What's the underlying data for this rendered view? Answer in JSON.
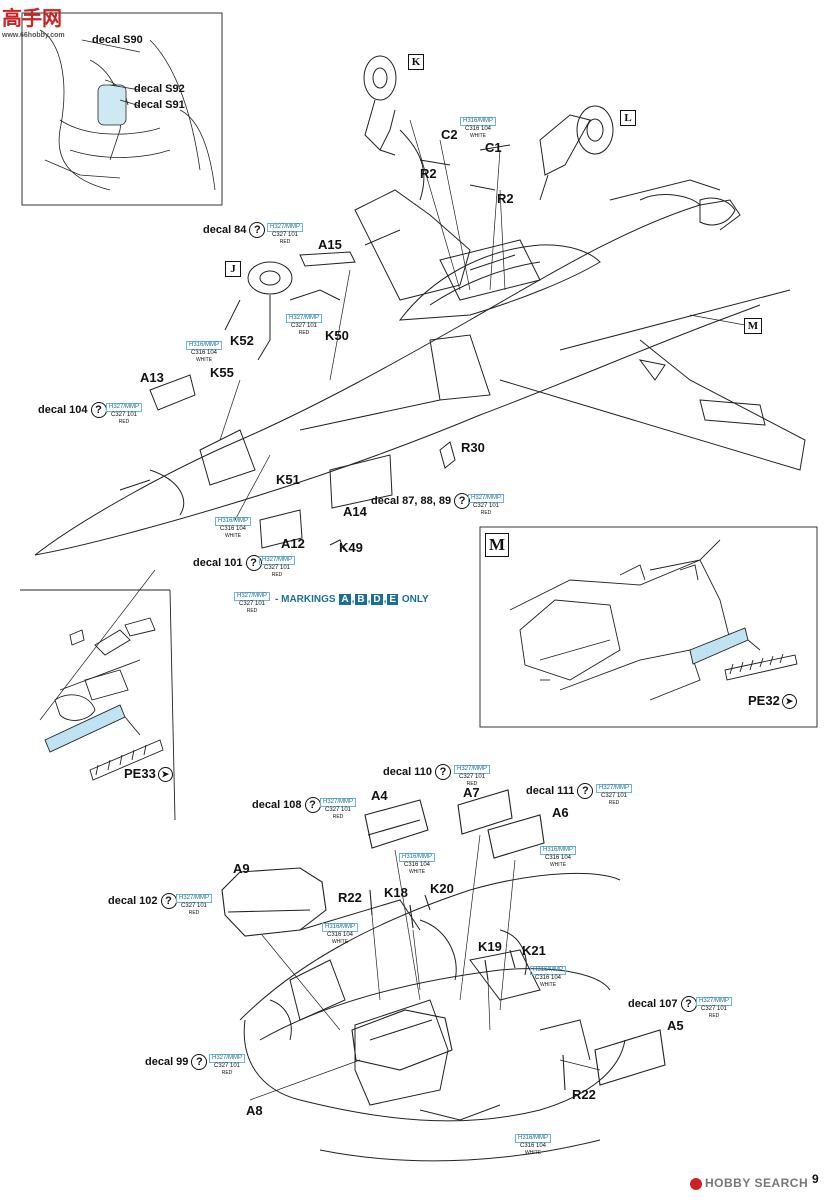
{
  "watermark": {
    "cn": "高手网",
    "url": "www.66hobby.com"
  },
  "footer": {
    "brand": "HOBBY SEARCH",
    "page": "9"
  },
  "markings": {
    "prefix": "- MARKINGS",
    "letters": [
      "A",
      "B",
      "D",
      "E"
    ],
    "suffix": "ONLY"
  },
  "tags": {
    "k": "K",
    "l": "L",
    "j": "J",
    "m_small": "M",
    "m_big": "M"
  },
  "pe": {
    "pe33": "PE33",
    "pe32": "PE32"
  },
  "inset_decals": [
    "decal S90",
    "decal S92",
    "decal S91"
  ],
  "parts": {
    "c2": "C2",
    "c1": "C1",
    "r2a": "R2",
    "r2b": "R2",
    "a15": "A15",
    "k50": "K50",
    "k52": "K52",
    "k55": "K55",
    "a13": "A13",
    "r30": "R30",
    "k51": "K51",
    "a14": "A14",
    "a12": "A12",
    "k49": "K49",
    "a4": "A4",
    "a7": "A7",
    "a6": "A6",
    "a9": "A9",
    "r22a": "R22",
    "k18": "K18",
    "k20": "K20",
    "k19": "K19",
    "k21": "K21",
    "a5": "A5",
    "r22b": "R22",
    "a8": "A8"
  },
  "decals": {
    "d84": "decal 84",
    "d104": "decal 104",
    "d878889": "decal 87, 88, 89",
    "d101": "decal 101",
    "d110": "decal 110",
    "d108": "decal 108",
    "d111": "decal 111",
    "d102": "decal 102",
    "d107": "decal 107",
    "d99": "decal 99"
  },
  "paints": {
    "p1": {
      "code": "H316/MMP",
      "num": "C316 104",
      "color": "WHITE"
    },
    "p2": {
      "code": "H327/MMP",
      "num": "C327 101",
      "color": "RED"
    },
    "p3": {
      "code": "H327/MMP",
      "num": "C327 101",
      "color": "RED"
    },
    "p4": {
      "code": "H316/MMP",
      "num": "C316 104",
      "color": "WHITE"
    },
    "p5": {
      "code": "H327/MMP",
      "num": "C327 101",
      "color": "RED"
    },
    "p6": {
      "code": "H327/MMP",
      "num": "C327 101",
      "color": "RED"
    },
    "p7": {
      "code": "H316/MMP",
      "num": "C316 104",
      "color": "WHITE"
    },
    "p8": {
      "code": "H327/MMP",
      "num": "C327 101",
      "color": "RED"
    },
    "p9": {
      "code": "H327/MMP",
      "num": "C327 101",
      "color": "RED"
    },
    "p10": {
      "code": "H327/MMP",
      "num": "C327 101",
      "color": "RED"
    },
    "p11": {
      "code": "H327/MMP",
      "num": "C327 101",
      "color": "RED"
    },
    "p12": {
      "code": "H327/MMP",
      "num": "C327 101",
      "color": "RED"
    },
    "p13": {
      "code": "H316/MMP",
      "num": "C316 104",
      "color": "WHITE"
    },
    "p14": {
      "code": "H316/MMP",
      "num": "C316 104",
      "color": "WHITE"
    },
    "p15": {
      "code": "H327/MMP",
      "num": "C327 101",
      "color": "RED"
    },
    "p16": {
      "code": "H316/MMP",
      "num": "C316 104",
      "color": "WHITE"
    },
    "p17": {
      "code": "H316/MMP",
      "num": "C316 104",
      "color": "WHITE"
    },
    "p18": {
      "code": "H327/MMP",
      "num": "C327 101",
      "color": "RED"
    },
    "p19": {
      "code": "H327/MMP",
      "num": "C327 101",
      "color": "RED"
    },
    "p20": {
      "code": "H316/MMP",
      "num": "C316 104",
      "color": "WHITE"
    }
  },
  "colors": {
    "accent": "#1a6f98",
    "frame": "#6bb7d6",
    "strip": "#bfe3f2"
  }
}
